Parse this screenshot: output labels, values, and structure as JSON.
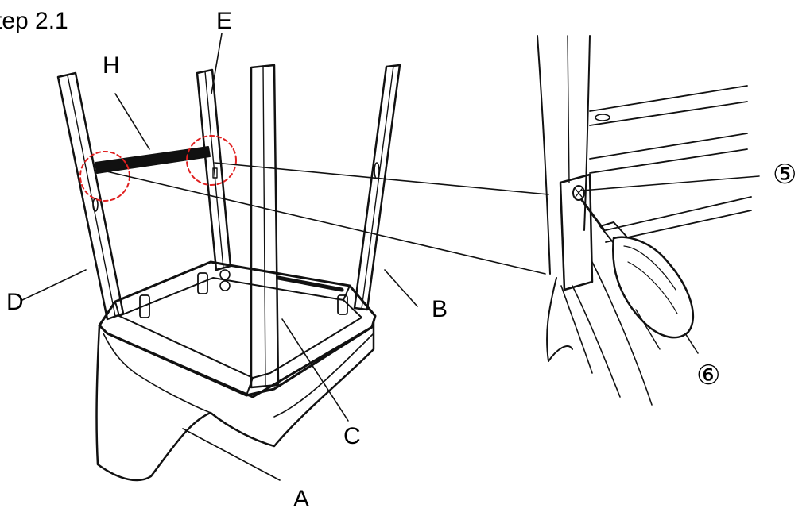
{
  "step_title": "tep 2.1",
  "labels": {
    "a": "A",
    "b": "B",
    "c": "C",
    "d": "D",
    "e": "E",
    "h": "H",
    "screw": "⑤",
    "screwdriver": "⑥"
  },
  "colors": {
    "line": "#111111",
    "highlight_circle": "#e02020"
  },
  "icons": {
    "screwdriver": "screwdriver-icon",
    "screw": "screw-icon"
  }
}
